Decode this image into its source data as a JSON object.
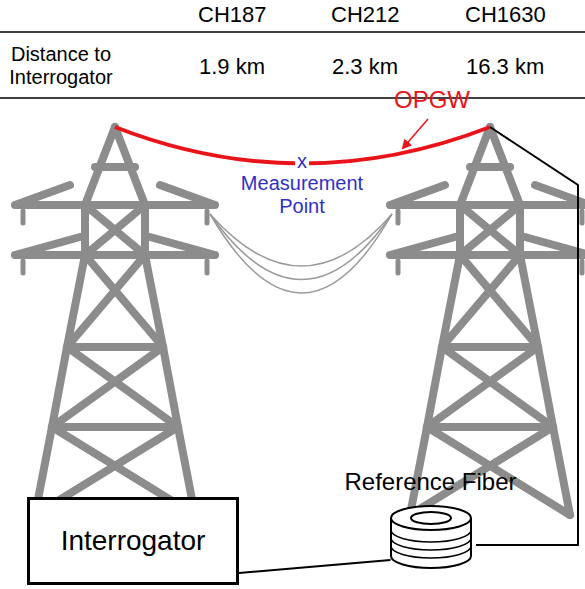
{
  "diagram": {
    "nodes": [
      {
        "text": [
          "Interrogator"
        ]
      },
      {
        "text": [
          "Reference Fiber"
        ]
      }
    ],
    "edges": [
      {
        "from": 0,
        "to": 1,
        "arrow": "none"
      }
    ],
    "labels": [
      "CH187",
      "CH212",
      "CH1630",
      "Distance to Interrogator",
      "1.9 km",
      "2.3 km",
      "16.3 km",
      "OPGW",
      "x",
      "Measurement Point"
    ]
  }
}
